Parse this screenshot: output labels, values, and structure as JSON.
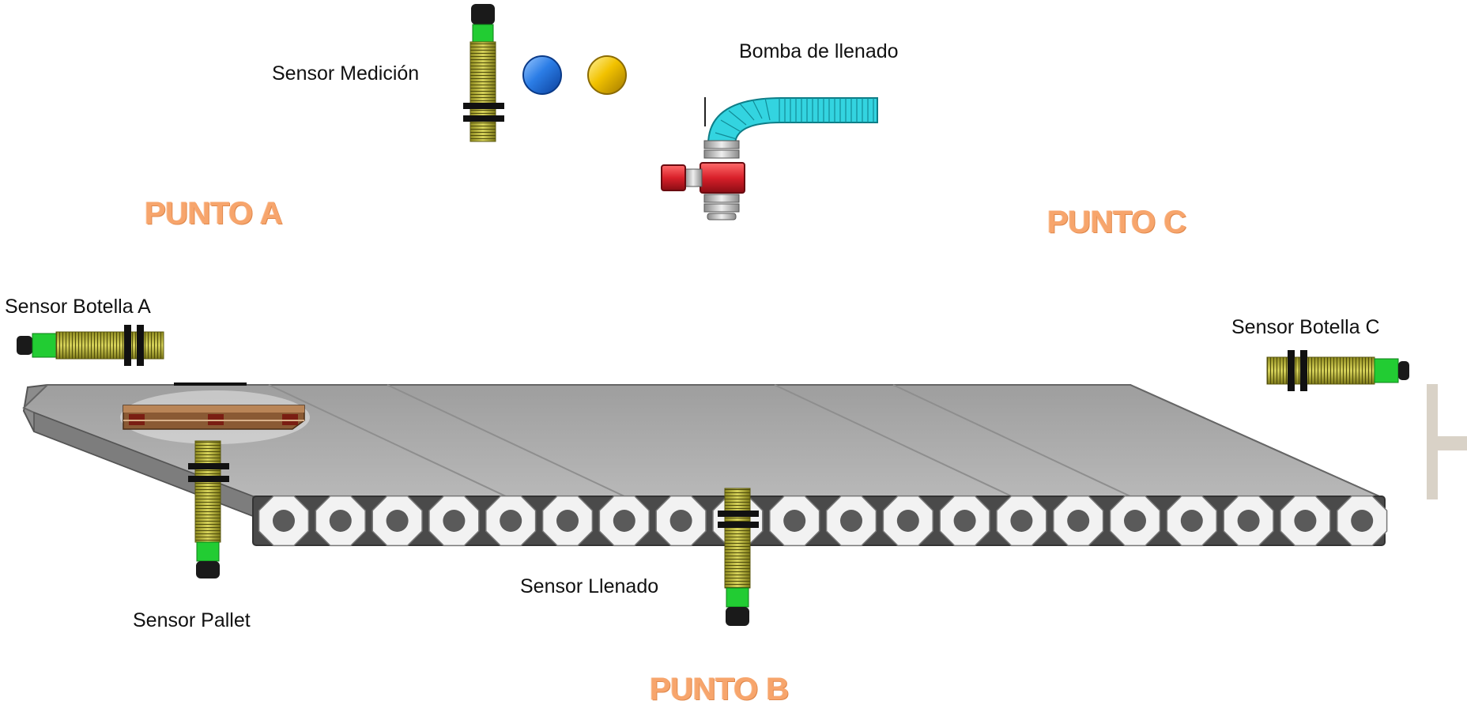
{
  "labels": {
    "sensor_medicion": "Sensor Medición",
    "bomba": "Bomba de llenado",
    "sensor_botella_a": "Sensor Botella A",
    "sensor_botella_c": "Sensor Botella C",
    "sensor_llenado": "Sensor Llenado",
    "sensor_pallet": "Sensor Pallet"
  },
  "points": {
    "a": "PUNTO A",
    "b": "PUNTO B",
    "c": "PUNTO C"
  },
  "colors": {
    "indicator_blue": "#1e6fdc",
    "indicator_yellow": "#f2c200",
    "sensor_body": "#b7b43a",
    "sensor_led": "#22cc33",
    "hose": "#33d4e0",
    "pump_red": "#d9202a",
    "point_label": "#f7a56c",
    "conveyor": "#a8a8a8"
  },
  "icons": {
    "indicator_1": "blue-indicator-light",
    "indicator_2": "yellow-indicator-light",
    "pump": "filling-pump",
    "pallet": "pallet"
  }
}
